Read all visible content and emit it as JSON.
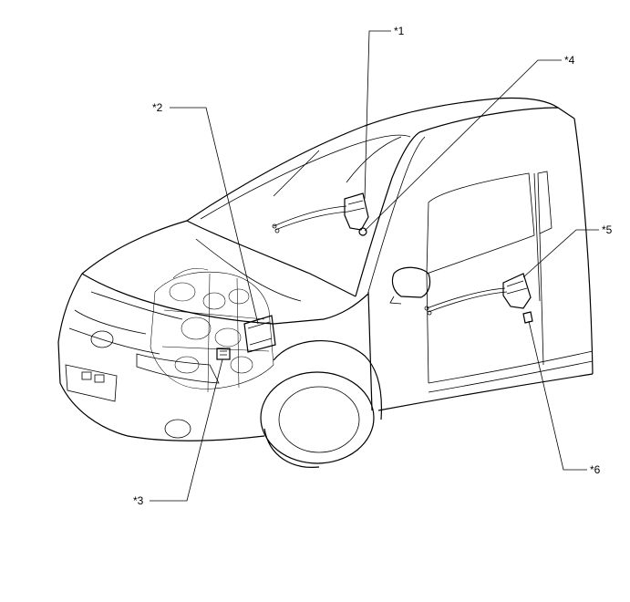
{
  "callouts": [
    {
      "id": "1",
      "label": "*1"
    },
    {
      "id": "2",
      "label": "*2"
    },
    {
      "id": "3",
      "label": "*3"
    },
    {
      "id": "4",
      "label": "*4"
    },
    {
      "id": "5",
      "label": "*5"
    },
    {
      "id": "6",
      "label": "*6"
    }
  ]
}
